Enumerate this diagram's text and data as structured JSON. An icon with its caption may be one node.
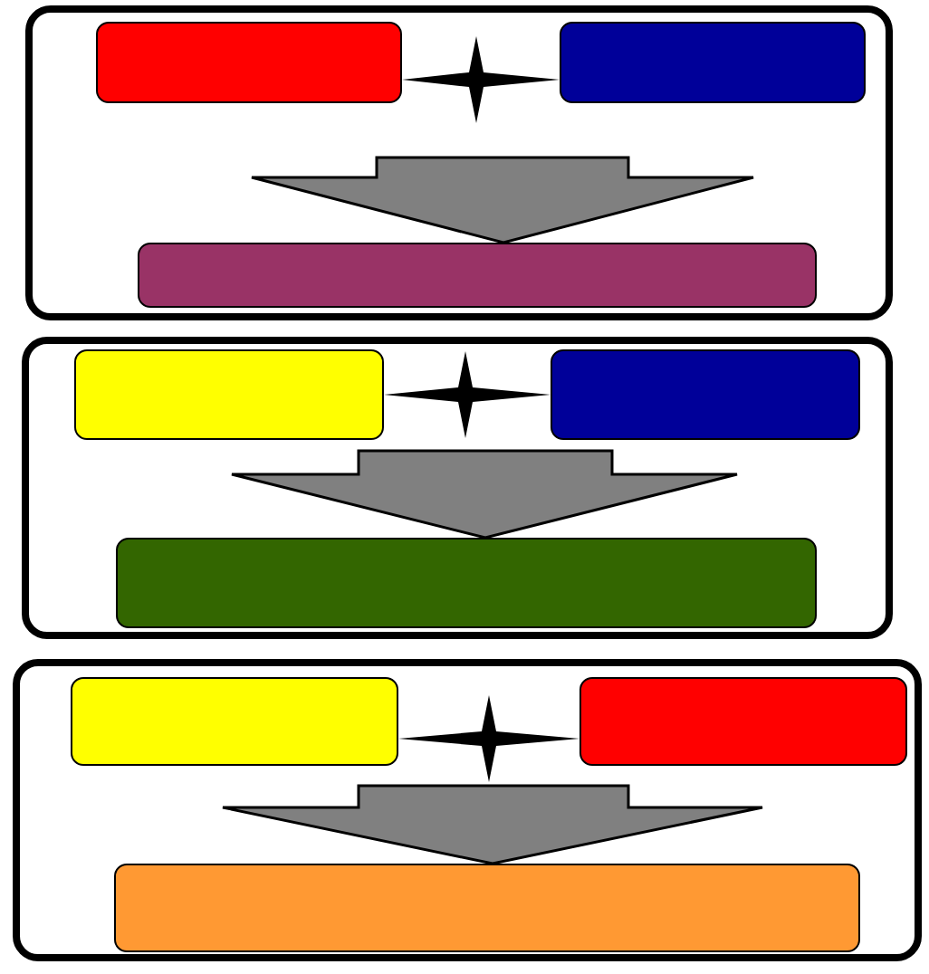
{
  "diagram": {
    "nodes": [
      {
        "text": [],
        "shape": "box"
      },
      {
        "text": [],
        "shape": "box",
        "in": 0
      },
      {
        "text": [],
        "shape": "box",
        "in": 0
      },
      {
        "text": [],
        "shape": "box",
        "in": 0
      },
      {
        "text": [],
        "shape": "box"
      },
      {
        "text": [],
        "shape": "box",
        "in": 4
      },
      {
        "text": [],
        "shape": "box",
        "in": 4
      },
      {
        "text": [],
        "shape": "box",
        "in": 4
      },
      {
        "text": [],
        "shape": "box"
      },
      {
        "text": [],
        "shape": "box",
        "in": 8
      },
      {
        "text": [],
        "shape": "box",
        "in": 8
      },
      {
        "text": [],
        "shape": "box",
        "in": 8
      }
    ],
    "edges": [
      {
        "from": 1,
        "to": 2,
        "arrow": "none"
      },
      {
        "from": null,
        "to": 3,
        "arrow": "to"
      },
      {
        "from": 5,
        "to": 6,
        "arrow": "none"
      },
      {
        "from": null,
        "to": 7,
        "arrow": "to"
      },
      {
        "from": 9,
        "to": 10,
        "arrow": "none"
      },
      {
        "from": null,
        "to": 11,
        "arrow": "to"
      }
    ]
  }
}
